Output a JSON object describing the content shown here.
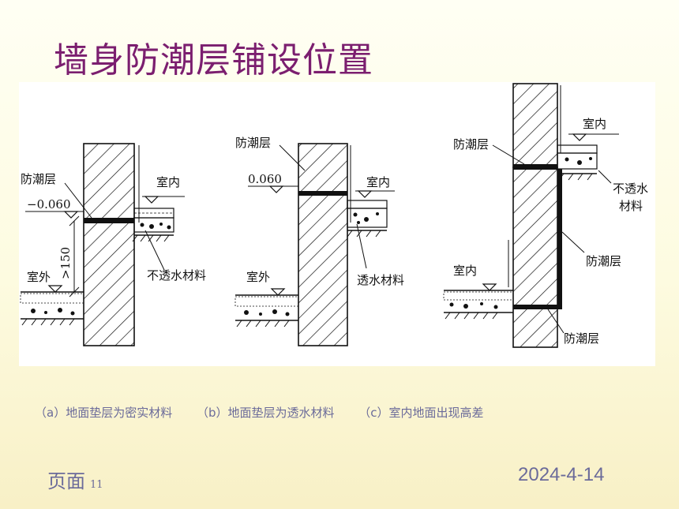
{
  "title": "墙身防潮层铺设位置",
  "figure": {
    "a": {
      "damp_layer": "防潮层",
      "elevation": "−0.060",
      "indoor": "室内",
      "outdoor": "室外",
      "dimension": ">150",
      "material": "不透水材料"
    },
    "b": {
      "damp_layer": "防潮层",
      "elevation": "0.060",
      "indoor": "室内",
      "outdoor": "室外",
      "material": "透水材料"
    },
    "c": {
      "indoor_top": "室内",
      "damp_layer_top": "防潮层",
      "material_line1": "不透水",
      "material_line2": "材料",
      "damp_layer_side": "防潮层",
      "indoor_bottom": "室内",
      "damp_layer_bottom": "防潮层"
    }
  },
  "captions": [
    "（a）地面垫层为密实材料",
    "（b）地面垫层为透水材料",
    "（c）室内地面出现高差"
  ],
  "footer": {
    "page_label": "页面",
    "page_number": "11",
    "date": "2024-4-14"
  }
}
